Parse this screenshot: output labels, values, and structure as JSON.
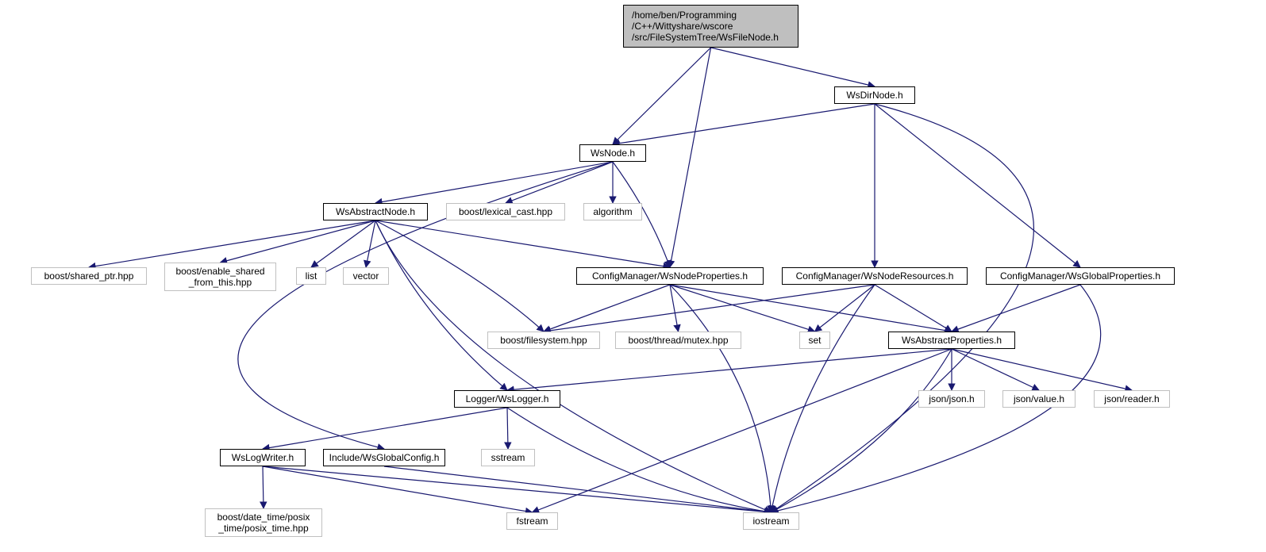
{
  "graph": {
    "type": "include-dependency-graph",
    "colors": {
      "edge": "#191970",
      "root_fill": "#bfbfbf",
      "documented_border": "#000000",
      "external_border": "#c0c0c0",
      "external_text": "#000000"
    },
    "nodes": [
      {
        "id": "wsfilenode",
        "label": "/home/ben/Programming\n/C++/Wittyshare/wscore\n/src/FileSystemTree/WsFileNode.h",
        "kind": "root"
      },
      {
        "id": "wsdirnode",
        "label": "WsDirNode.h",
        "kind": "documented"
      },
      {
        "id": "wsnode",
        "label": "WsNode.h",
        "kind": "documented"
      },
      {
        "id": "wsabstractnode",
        "label": "WsAbstractNode.h",
        "kind": "documented"
      },
      {
        "id": "lexical_cast",
        "label": "boost/lexical_cast.hpp",
        "kind": "external"
      },
      {
        "id": "algorithm",
        "label": "algorithm",
        "kind": "external"
      },
      {
        "id": "shared_ptr",
        "label": "boost/shared_ptr.hpp",
        "kind": "external"
      },
      {
        "id": "enable_shared",
        "label": "boost/enable_shared\n_from_this.hpp",
        "kind": "external"
      },
      {
        "id": "list",
        "label": "list",
        "kind": "external"
      },
      {
        "id": "vector",
        "label": "vector",
        "kind": "external"
      },
      {
        "id": "nodeprops",
        "label": "ConfigManager/WsNodeProperties.h",
        "kind": "documented"
      },
      {
        "id": "noderes",
        "label": "ConfigManager/WsNodeResources.h",
        "kind": "documented"
      },
      {
        "id": "globalprops",
        "label": "ConfigManager/WsGlobalProperties.h",
        "kind": "documented"
      },
      {
        "id": "filesystem",
        "label": "boost/filesystem.hpp",
        "kind": "external"
      },
      {
        "id": "mutex",
        "label": "boost/thread/mutex.hpp",
        "kind": "external"
      },
      {
        "id": "set",
        "label": "set",
        "kind": "external"
      },
      {
        "id": "absprops",
        "label": "WsAbstractProperties.h",
        "kind": "documented"
      },
      {
        "id": "logger",
        "label": "Logger/WsLogger.h",
        "kind": "documented"
      },
      {
        "id": "json_json",
        "label": "json/json.h",
        "kind": "external"
      },
      {
        "id": "json_value",
        "label": "json/value.h",
        "kind": "external"
      },
      {
        "id": "json_reader",
        "label": "json/reader.h",
        "kind": "external"
      },
      {
        "id": "logwriter",
        "label": "WsLogWriter.h",
        "kind": "documented"
      },
      {
        "id": "globalconfig",
        "label": "Include/WsGlobalConfig.h",
        "kind": "documented"
      },
      {
        "id": "sstream",
        "label": "sstream",
        "kind": "external"
      },
      {
        "id": "posix_time",
        "label": "boost/date_time/posix\n_time/posix_time.hpp",
        "kind": "external"
      },
      {
        "id": "fstream",
        "label": "fstream",
        "kind": "external"
      },
      {
        "id": "iostream",
        "label": "iostream",
        "kind": "external"
      }
    ],
    "edges": [
      [
        "wsfilenode",
        "wsnode"
      ],
      [
        "wsfilenode",
        "nodeprops"
      ],
      [
        "wsfilenode",
        "wsdirnode"
      ],
      [
        "wsdirnode",
        "wsnode"
      ],
      [
        "wsdirnode",
        "noderes"
      ],
      [
        "wsdirnode",
        "globalprops"
      ],
      [
        "wsdirnode",
        "iostream"
      ],
      [
        "wsnode",
        "wsabstractnode"
      ],
      [
        "wsnode",
        "lexical_cast"
      ],
      [
        "wsnode",
        "algorithm"
      ],
      [
        "wsnode",
        "nodeprops"
      ],
      [
        "wsnode",
        "globalconfig"
      ],
      [
        "wsabstractnode",
        "shared_ptr"
      ],
      [
        "wsabstractnode",
        "enable_shared"
      ],
      [
        "wsabstractnode",
        "list"
      ],
      [
        "wsabstractnode",
        "vector"
      ],
      [
        "wsabstractnode",
        "nodeprops"
      ],
      [
        "wsabstractnode",
        "filesystem"
      ],
      [
        "wsabstractnode",
        "logger"
      ],
      [
        "wsabstractnode",
        "iostream"
      ],
      [
        "nodeprops",
        "filesystem"
      ],
      [
        "nodeprops",
        "mutex"
      ],
      [
        "nodeprops",
        "set"
      ],
      [
        "nodeprops",
        "absprops"
      ],
      [
        "nodeprops",
        "iostream"
      ],
      [
        "noderes",
        "filesystem"
      ],
      [
        "noderes",
        "set"
      ],
      [
        "noderes",
        "absprops"
      ],
      [
        "noderes",
        "iostream"
      ],
      [
        "globalprops",
        "absprops"
      ],
      [
        "globalprops",
        "iostream"
      ],
      [
        "absprops",
        "logger"
      ],
      [
        "absprops",
        "json_json"
      ],
      [
        "absprops",
        "json_value"
      ],
      [
        "absprops",
        "json_reader"
      ],
      [
        "absprops",
        "fstream"
      ],
      [
        "absprops",
        "iostream"
      ],
      [
        "logger",
        "logwriter"
      ],
      [
        "logger",
        "sstream"
      ],
      [
        "logger",
        "iostream"
      ],
      [
        "logwriter",
        "posix_time"
      ],
      [
        "logwriter",
        "fstream"
      ],
      [
        "logwriter",
        "iostream"
      ],
      [
        "globalconfig",
        "iostream"
      ]
    ]
  }
}
